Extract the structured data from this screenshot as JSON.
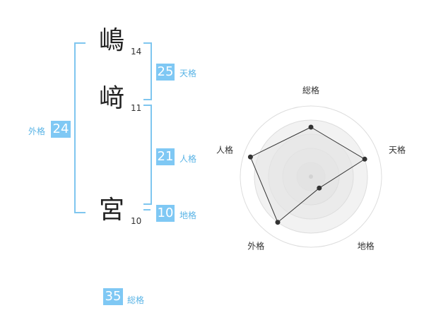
{
  "name": {
    "chars": [
      {
        "char": "嶋",
        "strokes": "14"
      },
      {
        "char": "﨑",
        "strokes": "11"
      },
      {
        "char": "宮",
        "strokes": "10"
      }
    ]
  },
  "fortunes": {
    "tenkaku": {
      "value": "25",
      "label": "天格"
    },
    "jinkaku": {
      "value": "21",
      "label": "人格"
    },
    "chikaku": {
      "value": "10",
      "label": "地格"
    },
    "gaikaku": {
      "value": "24",
      "label": "外格"
    },
    "soukaku": {
      "value": "35",
      "label": "総格"
    }
  },
  "colors": {
    "accent": "#7fc8f4",
    "bracket": "#7fc6ef",
    "label": "#5ab4e6"
  },
  "chart_data": {
    "type": "radar",
    "axes": [
      "総格",
      "天格",
      "地格",
      "外格",
      "人格"
    ],
    "values": [
      3.5,
      4,
      1,
      4,
      4.5
    ],
    "rmax": 5,
    "rings": 5
  }
}
